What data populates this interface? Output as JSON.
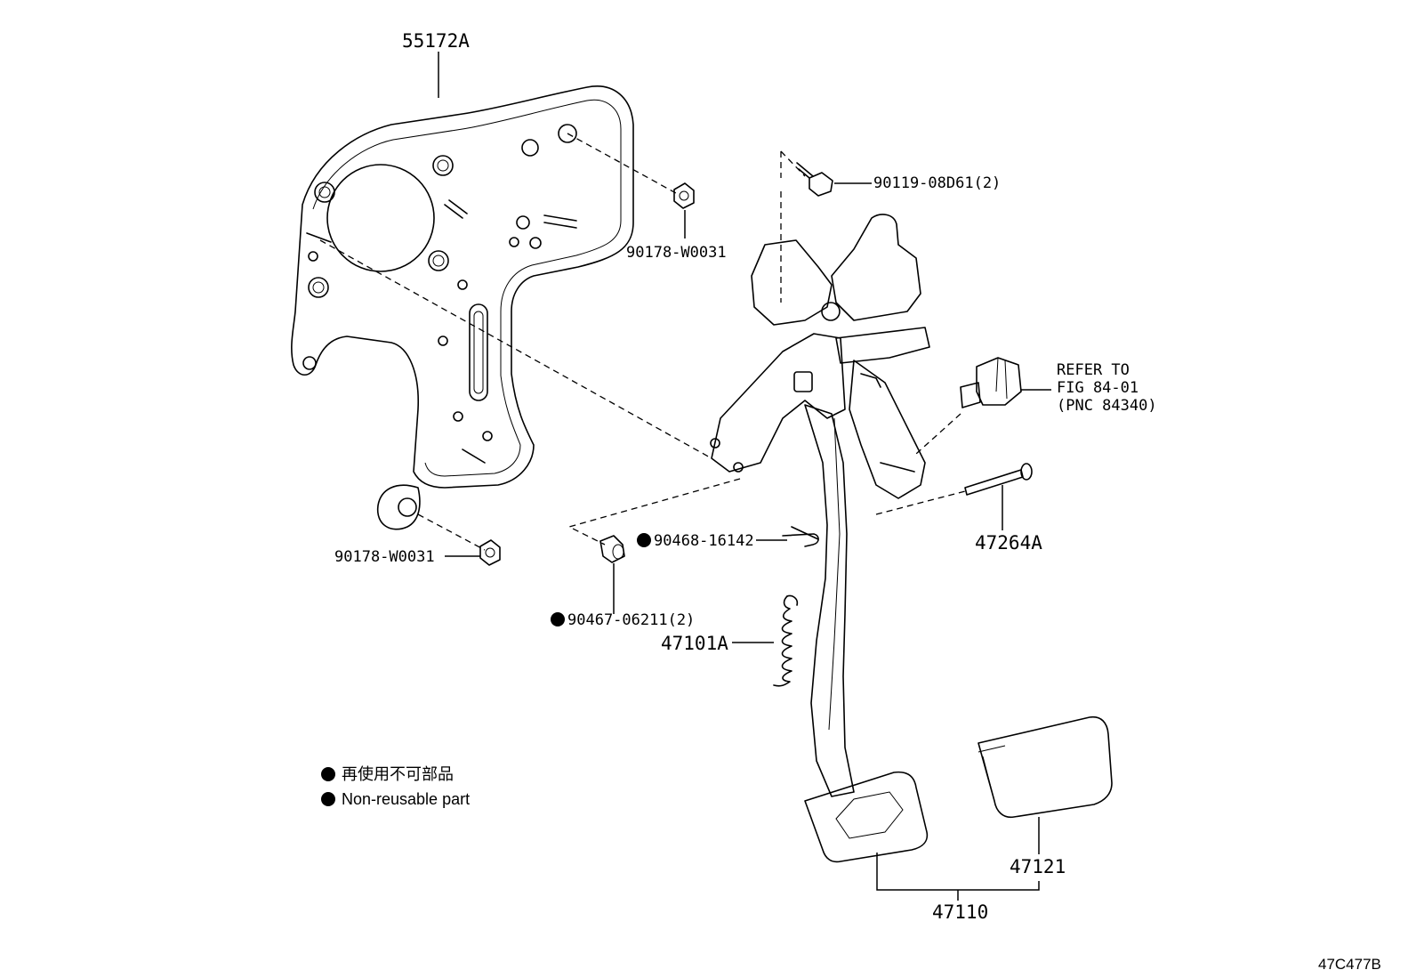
{
  "diagram_code": "47C477B",
  "parts": {
    "bracket": "55172A",
    "nut_upper": "90178-W0031",
    "nut_lower": "90178-W0031",
    "bolt": "90119-08D61(2)",
    "switch_ref_line1": "REFER TO",
    "switch_ref_line2": "FIG 84-01",
    "switch_ref_line3": "(PNC 84340)",
    "pin": "47264A",
    "clip": "90468-16142",
    "cushion": "90467-06211(2)",
    "spring": "47101A",
    "pedal_assy": "47110",
    "pad": "47121"
  },
  "legend": {
    "jp": "再使用不可部品",
    "en": "Non-reusable part"
  }
}
